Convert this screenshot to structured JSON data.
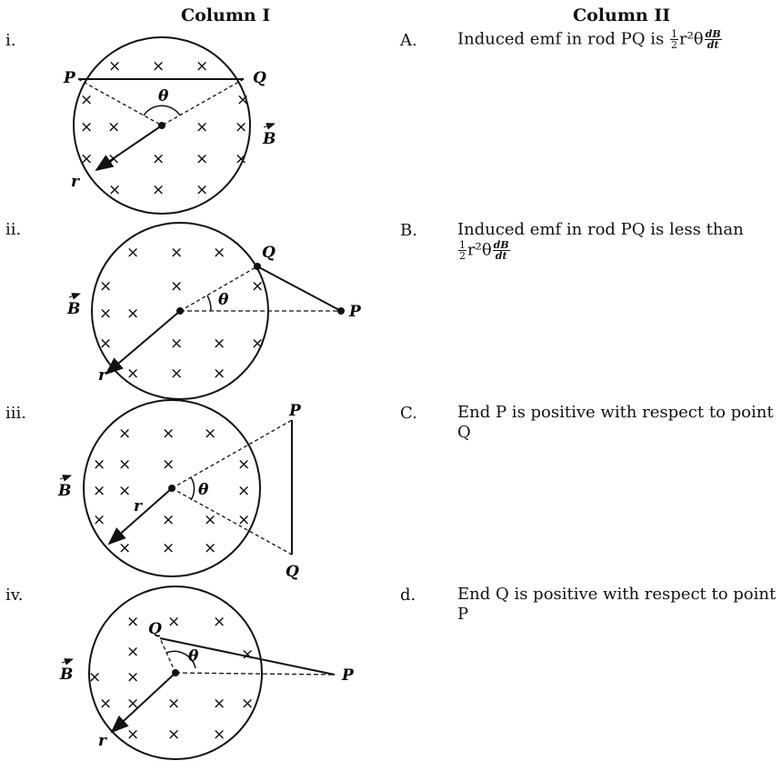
{
  "columns": {
    "left": "Column I",
    "right": "Column II"
  },
  "rows": [
    {
      "num": "i.",
      "letter": "A.",
      "text": "Induced emf in rod PQ is "
    },
    {
      "num": "ii.",
      "letter": "B.",
      "text": "Induced emf in rod PQ is less than"
    },
    {
      "num": "iii.",
      "letter": "C.",
      "text": "End P is positive with respect to point Q"
    },
    {
      "num": "iv.",
      "letter": "d.",
      "text": "End Q is positive with respect to point P"
    }
  ],
  "formula": {
    "half_num": "1",
    "half_den": "2",
    "r_term": "r²θ",
    "db": "dB",
    "dt": "dt"
  },
  "labels": {
    "P": "P",
    "Q": "Q",
    "theta": "θ",
    "r": "r",
    "B": "B",
    "cross": "×"
  }
}
